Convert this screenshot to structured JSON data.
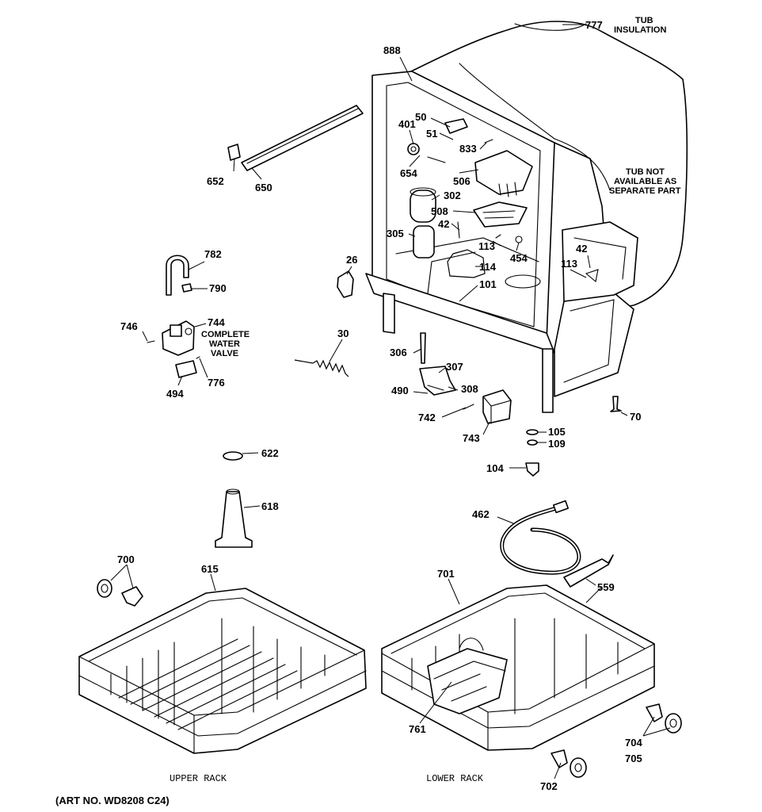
{
  "diagram": {
    "callouts": {
      "c777": "777",
      "c888": "888",
      "c50": "50",
      "c401": "401",
      "c51": "51",
      "c833": "833",
      "c654": "654",
      "c506": "506",
      "c302": "302",
      "c508": "508",
      "c42a": "42",
      "c305": "305",
      "c113a": "113",
      "c454": "454",
      "c114": "114",
      "c101": "101",
      "c42b": "42",
      "c113b": "113",
      "c652": "652",
      "c650": "650",
      "c782": "782",
      "c790": "790",
      "c26": "26",
      "c746": "746",
      "c744": "744",
      "c494": "494",
      "c776": "776",
      "c30": "30",
      "c306": "306",
      "c307": "307",
      "c490": "490",
      "c308": "308",
      "c742": "742",
      "c743": "743",
      "c105": "105",
      "c109": "109",
      "c70": "70",
      "c104": "104",
      "c622": "622",
      "c618": "618",
      "c462": "462",
      "c559": "559",
      "c700": "700",
      "c615": "615",
      "c701": "701",
      "c761": "761",
      "c704": "704",
      "c705": "705",
      "c702": "702"
    },
    "notes": {
      "tub_insulation_1": "TUB",
      "tub_insulation_2": "INSULATION",
      "tub_not_1": "TUB NOT",
      "tub_not_2": "AVAILABLE AS",
      "tub_not_3": "SEPARATE PART",
      "valve_1": "COMPLETE",
      "valve_2": "WATER",
      "valve_3": "VALVE"
    },
    "rack_labels": {
      "upper": "UPPER RACK",
      "lower": "LOWER RACK"
    },
    "art_number": "(ART NO. WD8208 C24)"
  }
}
